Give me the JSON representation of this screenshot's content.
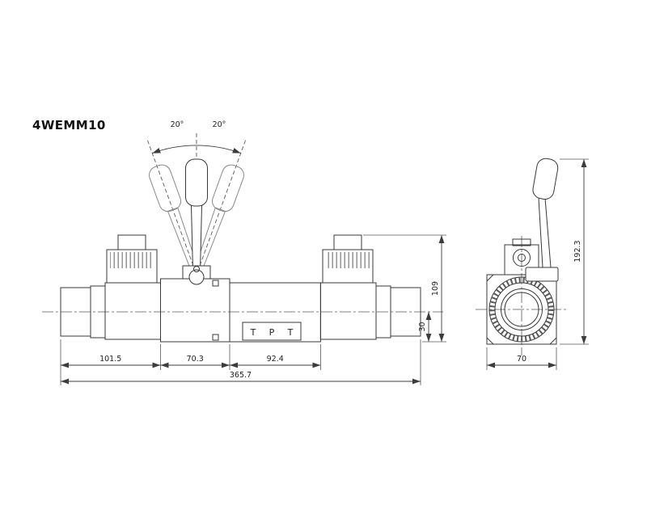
{
  "drawing": {
    "title": "4WEMM10"
  },
  "front_view": {
    "angle_left": "20°",
    "angle_right": "20°",
    "ports": [
      "T",
      "P",
      "T"
    ],
    "dims": {
      "left_section": "101.5",
      "center_section": "70.3",
      "right_section": "92.4",
      "overall_length": "365.7",
      "height": "109",
      "center_to_bottom": "30"
    }
  },
  "side_view": {
    "dims": {
      "overall_height": "192.3",
      "width": "70"
    }
  }
}
